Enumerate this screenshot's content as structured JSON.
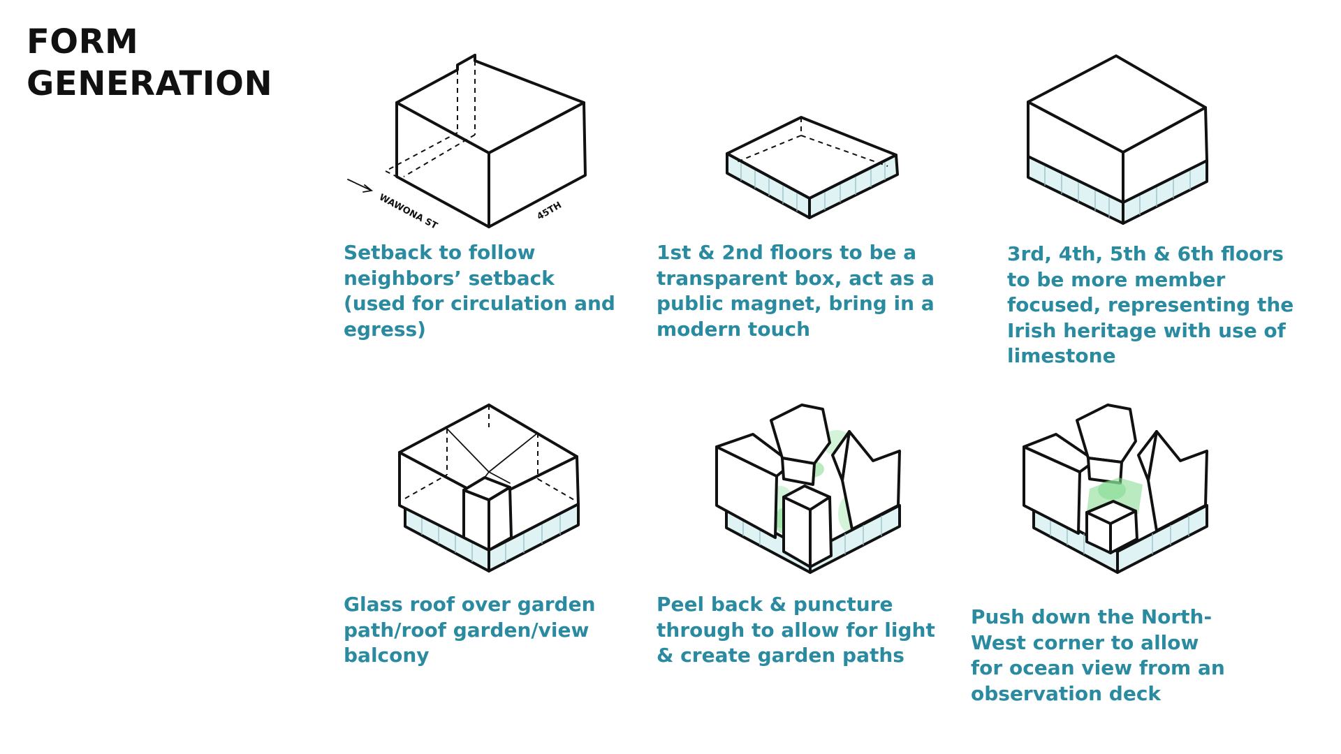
{
  "title": {
    "line1": "FORM",
    "line2": "GENERATION"
  },
  "steps": [
    {
      "caption": [
        "Setback to follow",
        "neighbors’ setback",
        "(used for circulation and",
        "egress)"
      ],
      "labels": {
        "street": "WAWONA ST",
        "avenue": "45TH"
      }
    },
    {
      "caption": [
        "1st & 2nd floors to be a",
        "transparent box, act as a",
        "public magnet, bring in a",
        "modern touch"
      ]
    },
    {
      "caption": [
        "3rd, 4th, 5th & 6th floors",
        "to be more member",
        "focused, representing the",
        "Irish heritage with use of",
        "limestone"
      ]
    },
    {
      "caption": [
        "Glass roof over garden",
        "path/roof garden/view",
        "balcony"
      ]
    },
    {
      "caption": [
        "Peel back & puncture",
        "through to allow for light",
        "& create garden paths"
      ]
    },
    {
      "caption": [
        "Push down the North-",
        "West corner to allow",
        "for ocean view from an",
        "observation deck"
      ]
    }
  ],
  "colors": {
    "caption": "#2a8aa0",
    "title": "#111111",
    "glass": "#dff3f4",
    "garden": "#7fd98d"
  }
}
